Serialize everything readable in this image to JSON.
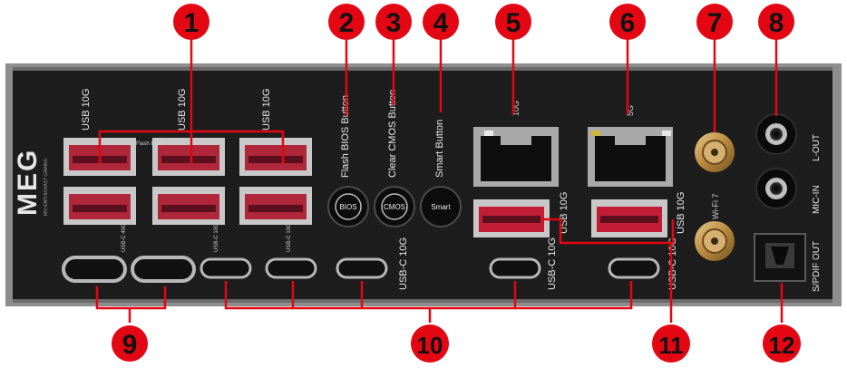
{
  "colors": {
    "accent": "#e30613",
    "panel": "#1b1b1b",
    "port_red": "#b0273b"
  },
  "brand": {
    "logo": "MEG",
    "tagline": "MSI ENTHUSIAST GAMING"
  },
  "labels": {
    "usb10g": "USB 10G",
    "usb40g": "USB-C 40G",
    "usbc10g_small": "USB-C 10G",
    "usbc10g": "USB-C 10G",
    "flash_bios": "Flash BIOS Button",
    "clear_cmos": "Clear CMOS Button",
    "smart": "Smart Button",
    "flash_bios_small": "Flash BIOS",
    "lan10g": "10G",
    "lan5g": "5G",
    "wifi": "Wi-Fi 7",
    "lout": "L-OUT",
    "micin": "MIC-IN",
    "spdif": "S/PDIF OUT"
  },
  "buttons": {
    "bios": "BIOS",
    "cmos": "CMOS",
    "smart": "Smart"
  },
  "callouts": [
    "1",
    "2",
    "3",
    "4",
    "5",
    "6",
    "7",
    "8",
    "9",
    "10",
    "11",
    "12"
  ]
}
